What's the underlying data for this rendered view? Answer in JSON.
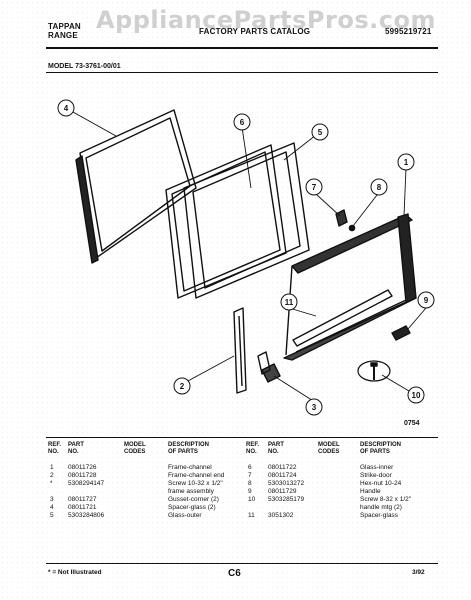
{
  "header": {
    "brand_line1": "TAPPAN",
    "brand_line2": "RANGE",
    "catalog_title": "FACTORY PARTS CATALOG",
    "catalog_number": "5995219721",
    "watermark": "AppliancePartsPros.com"
  },
  "model": "MODEL 73-3761-00/01",
  "diagram": {
    "callouts": [
      "1",
      "2",
      "3",
      "4",
      "5",
      "6",
      "7",
      "8",
      "9",
      "10",
      "11"
    ],
    "figure_code": "0754",
    "accent": "#111111"
  },
  "parts_table": {
    "left": {
      "headers": {
        "ref": "REF.\nNO.",
        "part": "PART\nNO.",
        "model": "MODEL\nCODES",
        "desc": "DESCRIPTION\nOF PARTS"
      },
      "rows": [
        {
          "ref": "1",
          "part": "08011726",
          "model": "",
          "desc": "Frame-channel"
        },
        {
          "ref": "2",
          "part": "08011728",
          "model": "",
          "desc": "Frame-channel end"
        },
        {
          "ref": "*",
          "part": "5308294147",
          "model": "",
          "desc": "Screw 10-32 x 1/2\""
        },
        {
          "ref": "",
          "part": "",
          "model": "",
          "desc": "frame assembly"
        },
        {
          "ref": "3",
          "part": "08011727",
          "model": "",
          "desc": "Gusset-corner (2)"
        },
        {
          "ref": "4",
          "part": "08011721",
          "model": "",
          "desc": "Spacer-glass (2)"
        },
        {
          "ref": "5",
          "part": "5303284806",
          "model": "",
          "desc": "Glass-outer"
        }
      ]
    },
    "right": {
      "headers": {
        "ref": "REF.\nNO.",
        "part": "PART\nNO.",
        "model": "MODEL\nCODES",
        "desc": "DESCRIPTION\nOF PARTS"
      },
      "rows": [
        {
          "ref": "6",
          "part": "08011722",
          "model": "",
          "desc": "Glass-inner"
        },
        {
          "ref": "7",
          "part": "08011724",
          "model": "",
          "desc": "Strike-door"
        },
        {
          "ref": "8",
          "part": "5303013272",
          "model": "",
          "desc": "Hex-nut 10-24"
        },
        {
          "ref": "9",
          "part": "08011729",
          "model": "",
          "desc": "Handle"
        },
        {
          "ref": "10",
          "part": "5303285179",
          "model": "",
          "desc": "Screw 8-32 x 1/2\""
        },
        {
          "ref": "",
          "part": "",
          "model": "",
          "desc": "handle mtg (2)"
        },
        {
          "ref": "11",
          "part": "3051302",
          "model": "",
          "desc": "Spacer-glass"
        }
      ]
    }
  },
  "footer": {
    "note": "* = Not Illustrated",
    "page": "C6",
    "date": "3/92"
  }
}
